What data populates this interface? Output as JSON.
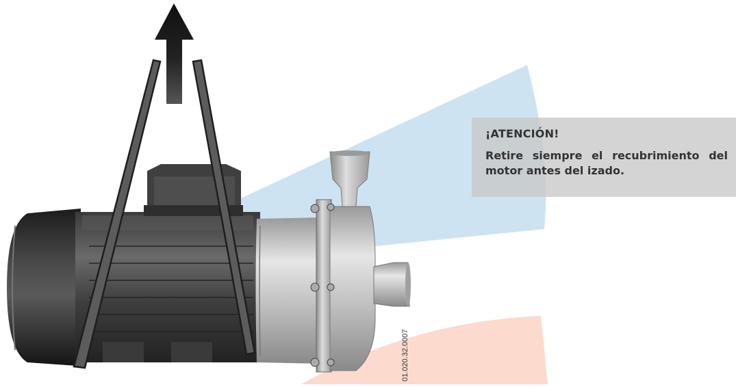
{
  "notice": {
    "title": "¡ATENCIÓN!",
    "text": "Retire siempre el recubrimiento del motor antes del izado."
  },
  "drawing_code": "01.020.32.0007",
  "icons": [
    "lift-arrow-icon"
  ],
  "colors": {
    "watermark_blue": "#bcd9ec",
    "watermark_orange": "#fbd3c6",
    "motor_dark": "#2b2b2b",
    "pump_steel": "#c4c4c4",
    "strap": "#6a6a6a",
    "note_bg": "#c8c8c8"
  }
}
